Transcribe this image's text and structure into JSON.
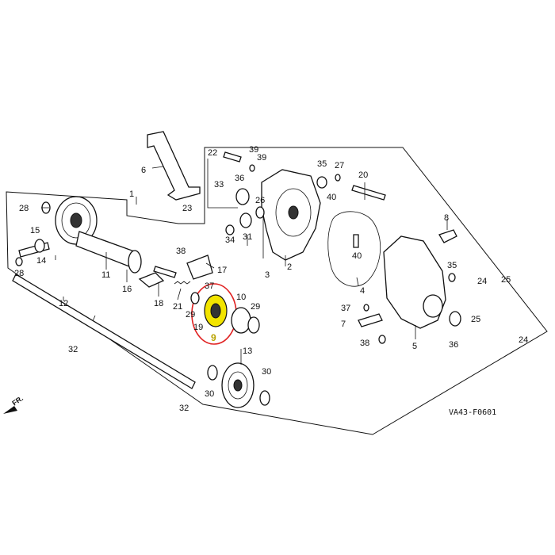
{
  "diagram": {
    "code": "VA43-F0601",
    "fr_marker": "FR.",
    "highlighted_part": "9",
    "highlight_color": "#e02020",
    "highlight_fill": "#f2e400",
    "labels": [
      "1",
      "2",
      "3",
      "4",
      "5",
      "6",
      "7",
      "8",
      "9",
      "10",
      "11",
      "12",
      "13",
      "14",
      "15",
      "16",
      "17",
      "18",
      "19",
      "20",
      "21",
      "22",
      "23",
      "24",
      "24",
      "25",
      "25",
      "26",
      "27",
      "28",
      "28",
      "29",
      "29",
      "30",
      "30",
      "31",
      "32",
      "32",
      "33",
      "34",
      "35",
      "35",
      "36",
      "36",
      "37",
      "37",
      "38",
      "38",
      "39",
      "39",
      "40",
      "40"
    ]
  }
}
